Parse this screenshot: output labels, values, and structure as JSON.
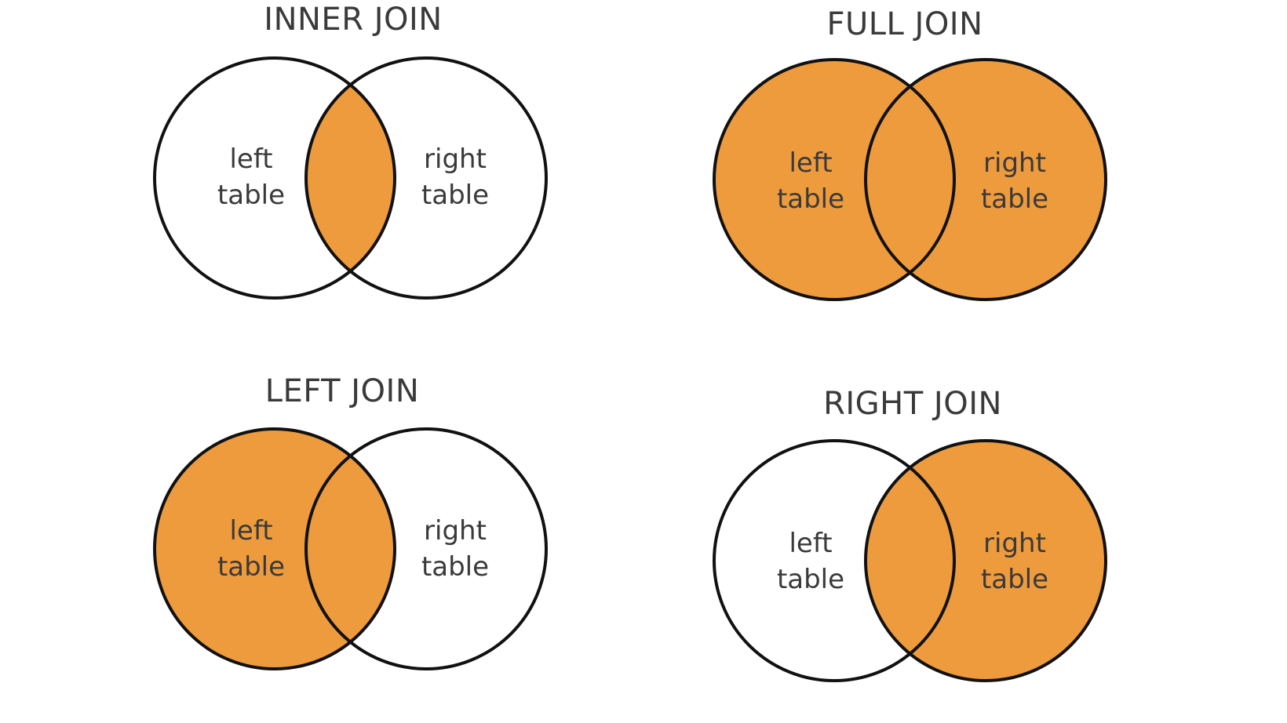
{
  "colors": {
    "fill": "#ee9b3e",
    "stroke": "#111111",
    "text": "#3a3a3a",
    "background": "#ffffff"
  },
  "panels": [
    {
      "id": "inner",
      "title": "INNER JOIN",
      "left_line1": "left",
      "left_line2": "table",
      "right_line1": "right",
      "right_line2": "table",
      "shade_left": false,
      "shade_intersection": true,
      "shade_right": false
    },
    {
      "id": "full",
      "title": "FULL JOIN",
      "left_line1": "left",
      "left_line2": "table",
      "right_line1": "right",
      "right_line2": "table",
      "shade_left": true,
      "shade_intersection": true,
      "shade_right": true
    },
    {
      "id": "left",
      "title": "LEFT JOIN",
      "left_line1": "left",
      "left_line2": "table",
      "right_line1": "right",
      "right_line2": "table",
      "shade_left": true,
      "shade_intersection": true,
      "shade_right": false
    },
    {
      "id": "right",
      "title": "RIGHT JOIN",
      "left_line1": "left",
      "left_line2": "table",
      "right_line1": "right",
      "right_line2": "table",
      "shade_left": false,
      "shade_intersection": true,
      "shade_right": true
    }
  ]
}
